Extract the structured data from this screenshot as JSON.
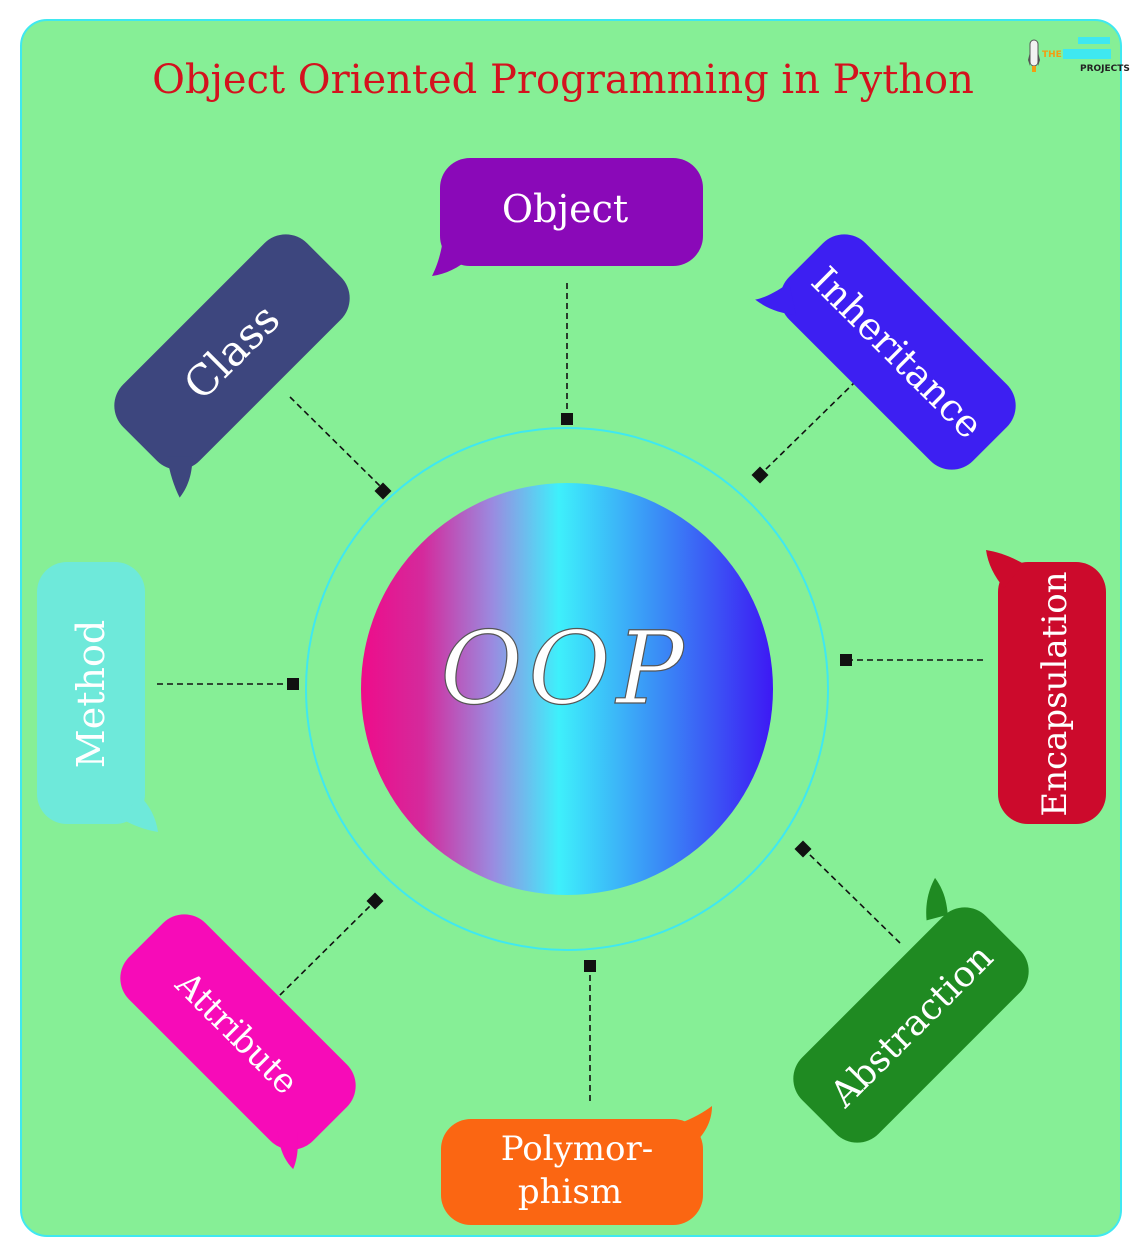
{
  "title": "Object Oriented Programming in Python",
  "center_label": "OOP",
  "logo": {
    "line1": "THE",
    "line2": "PROJECTS"
  },
  "concepts": {
    "object": {
      "label": "Object",
      "color": "#8a09b8"
    },
    "inheritance": {
      "label": "Inheritance",
      "color": "#3d1ff2"
    },
    "encapsulation": {
      "label": "Encapsulation",
      "color": "#cc0a2c"
    },
    "abstraction": {
      "label": "Abstraction",
      "color": "#1f8a22"
    },
    "polymorphism": {
      "label_line1": "Polymor-",
      "label_line2": "phism",
      "color": "#fb6612"
    },
    "attribute": {
      "label": "Attribute",
      "color": "#f70bb8"
    },
    "method": {
      "label": "Method",
      "color": "#6ee9da"
    },
    "class": {
      "label": "Class",
      "color": "#3d467e"
    }
  },
  "colors": {
    "background": "#86ef96",
    "frame_border": "#3fe8f0",
    "ring": "#3fe8f0",
    "connector": "#111111",
    "gradient_left": "#ee0c8a",
    "gradient_mid": "#3ef0fb",
    "gradient_right": "#3d18f4"
  }
}
